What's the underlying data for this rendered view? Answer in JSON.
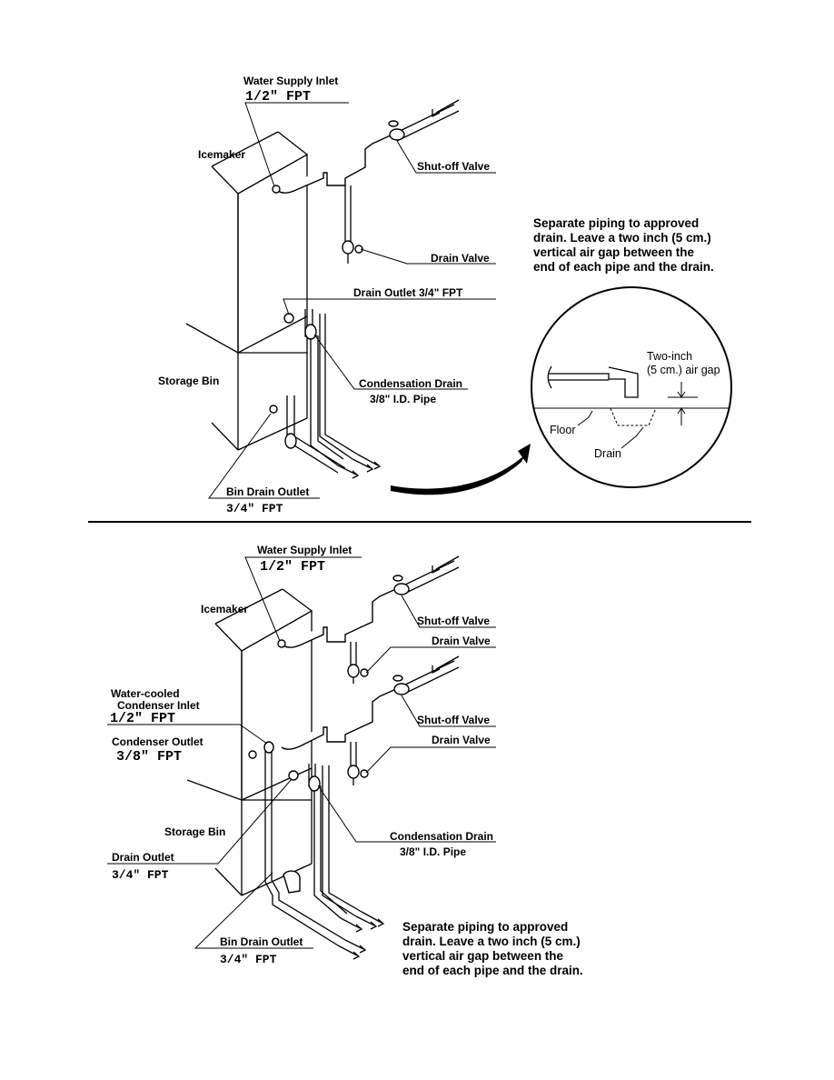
{
  "top": {
    "water_supply_inlet": "Water Supply Inlet",
    "water_supply_size": "1/2\" FPT",
    "icemaker": "Icemaker",
    "shutoff_valve": "Shut-off Valve",
    "drain_valve": "Drain Valve",
    "drain_outlet": "Drain Outlet 3/4\" FPT",
    "storage_bin": "Storage Bin",
    "condensation_drain": "Condensation Drain",
    "condensation_pipe": "3/8\" I.D. Pipe",
    "bin_drain_outlet": "Bin Drain Outlet",
    "bin_drain_size": "3/4\" FPT",
    "note_lines": [
      "Separate piping to approved",
      "drain.  Leave a two inch (5 cm.)",
      "vertical air gap between the",
      "end of each pipe and the drain."
    ],
    "detail": {
      "two_inch": "Two-inch",
      "air_gap": "(5 cm.) air gap",
      "floor": "Floor",
      "drain": "Drain"
    }
  },
  "bottom": {
    "water_supply_inlet": "Water Supply Inlet",
    "water_supply_size": "1/2\" FPT",
    "icemaker": "Icemaker",
    "shutoff_valve_1": "Shut-off Valve",
    "drain_valve_1": "Drain Valve",
    "water_cooled": "Water-cooled",
    "condenser_inlet": "Condenser Inlet",
    "condenser_inlet_size": "1/2\" FPT",
    "shutoff_valve_2": "Shut-off Valve",
    "drain_valve_2": "Drain Valve",
    "condenser_outlet": "Condenser Outlet",
    "condenser_outlet_size": "3/8\" FPT",
    "storage_bin": "Storage Bin",
    "condensation_drain": "Condensation Drain",
    "condensation_pipe": "3/8\" I.D. Pipe",
    "drain_outlet": "Drain Outlet",
    "drain_outlet_size": "3/4\" FPT",
    "bin_drain_outlet": "Bin Drain Outlet",
    "bin_drain_size": "3/4\" FPT",
    "note_lines": [
      "Separate piping to approved",
      "drain.  Leave a two inch (5 cm.)",
      "vertical air gap between the",
      "end of each pipe and the drain."
    ]
  }
}
